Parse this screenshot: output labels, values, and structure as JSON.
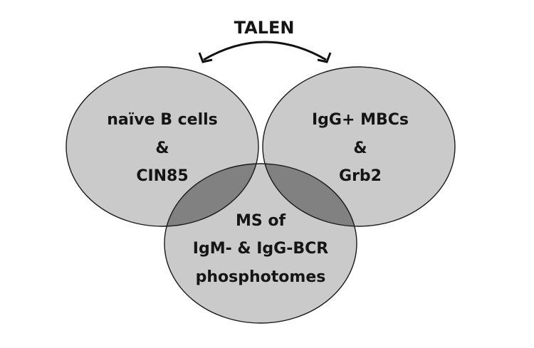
{
  "title": "TALEN",
  "colors": {
    "circle_fill": "#cacaca",
    "overlap_fill": "#818181",
    "stroke": "#1a1a1a",
    "text": "#151515"
  },
  "circles": [
    {
      "id": "left",
      "lines": [
        "naïve B cells",
        "&",
        "CIN85"
      ]
    },
    {
      "id": "right",
      "lines": [
        "IgG+ MBCs",
        "&",
        "Grb2"
      ]
    },
    {
      "id": "bottom",
      "lines": [
        "MS of",
        "IgM- & IgG-BCR",
        "phosphotomes"
      ]
    }
  ],
  "arrow": {
    "type": "bidirectional",
    "connects": [
      "left",
      "right"
    ],
    "label_ref": "title"
  }
}
